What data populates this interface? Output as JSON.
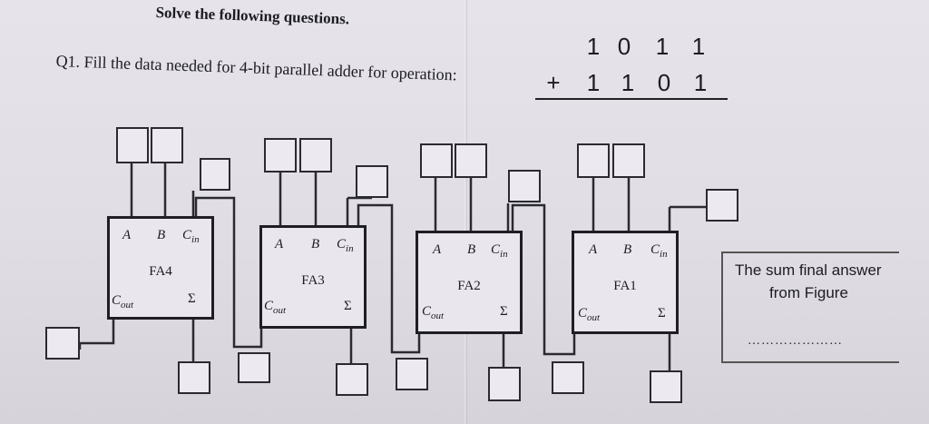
{
  "header": {
    "title": "Solve the following questions."
  },
  "question": {
    "text": "Q1. Fill the data needed for 4-bit parallel adder for operation:"
  },
  "operation": {
    "operand1": [
      "1",
      "0",
      "1",
      "1"
    ],
    "operand2": [
      "1",
      "1",
      "0",
      "1"
    ],
    "operator": "+"
  },
  "adders": [
    {
      "name": "FA4",
      "a": "A",
      "b": "B",
      "cin": "C",
      "cin_sub": "in",
      "cout": "C",
      "cout_sub": "out",
      "sum": "Σ"
    },
    {
      "name": "FA3",
      "a": "A",
      "b": "B",
      "cin": "C",
      "cin_sub": "in",
      "cout": "C",
      "cout_sub": "out",
      "sum": "Σ"
    },
    {
      "name": "FA2",
      "a": "A",
      "b": "B",
      "cin": "C",
      "cin_sub": "in",
      "cout": "C",
      "cout_sub": "out",
      "sum": "Σ"
    },
    {
      "name": "FA1",
      "a": "A",
      "b": "B",
      "cin": "C",
      "cin_sub": "in",
      "cout": "C",
      "cout_sub": "out",
      "sum": "Σ"
    }
  ],
  "answer": {
    "line1": "The sum final answer",
    "line2": "from Figure",
    "blank": "…………………"
  }
}
